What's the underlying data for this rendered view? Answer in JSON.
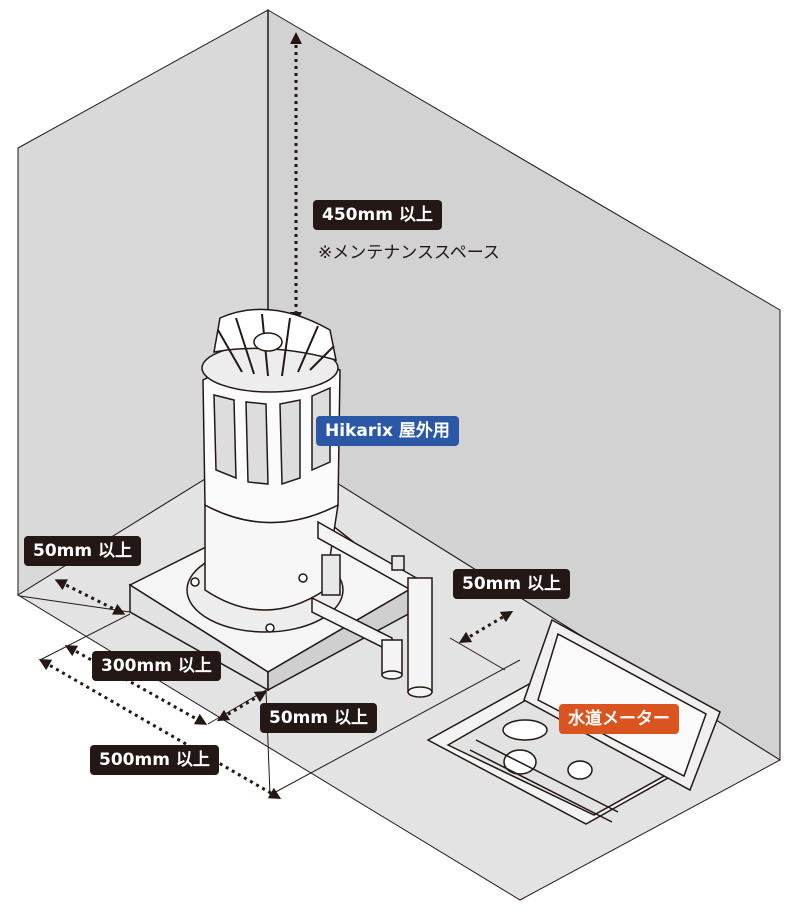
{
  "labels": {
    "top_clearance": "450mm 以上",
    "maintenance_note": "※メンテナンススペース",
    "product_name": "Hikarix 屋外用",
    "left_clearance": "50mm 以上",
    "right_clearance": "50mm 以上",
    "base_width": "300mm 以上",
    "front_clearance": "50mm 以上",
    "total_width": "500mm 以上",
    "water_meter": "水道メーター"
  },
  "colors": {
    "wall": "#dcdcdc",
    "floor": "#e6e6e6",
    "line": "#231815",
    "dark_label": "#231815",
    "product_label": "#2b58a6",
    "meter_label": "#d9541e"
  }
}
